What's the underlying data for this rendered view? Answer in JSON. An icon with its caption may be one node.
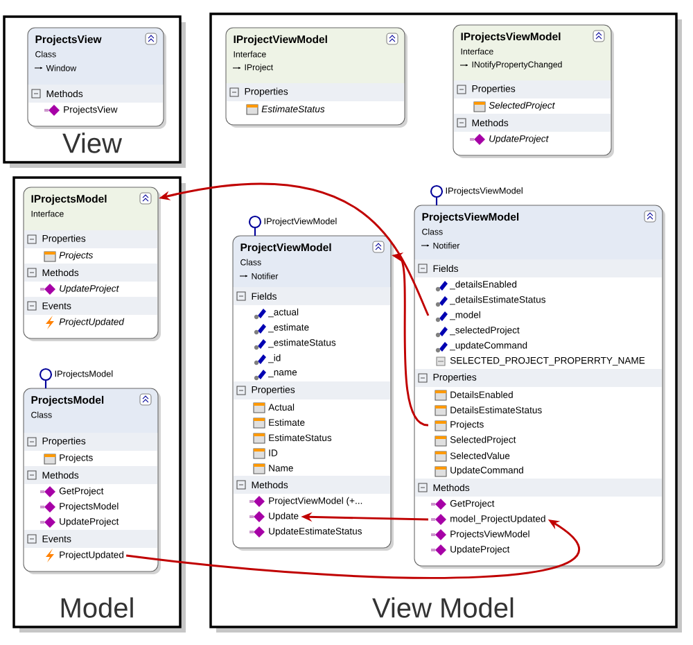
{
  "diagram": {
    "nodes": [
      {
        "text": [
          "View"
        ]
      },
      {
        "text": [
          "ProjectsView",
          "Class",
          "Window"
        ],
        "in": 0
      },
      {
        "text": [
          "Methods"
        ],
        "in": 1
      },
      {
        "text": [
          "ProjectsView"
        ],
        "in": 1
      },
      {
        "text": [
          "Model"
        ]
      },
      {
        "text": [
          "IProjectsModel",
          "Interface"
        ],
        "in": 4
      },
      {
        "text": [
          "Properties"
        ],
        "in": 5
      },
      {
        "text": [
          "Projects"
        ],
        "in": 5
      },
      {
        "text": [
          "Methods"
        ],
        "in": 5
      },
      {
        "text": [
          "UpdateProject"
        ],
        "in": 5
      },
      {
        "text": [
          "Events"
        ],
        "in": 5
      },
      {
        "text": [
          "ProjectUpdated"
        ],
        "in": 5
      },
      {
        "text": [
          "ProjectsModel",
          "Class"
        ],
        "beside": [
          "IProjectsModel"
        ],
        "in": 4
      },
      {
        "text": [
          "Properties"
        ],
        "in": 12
      },
      {
        "text": [
          "Projects"
        ],
        "in": 12
      },
      {
        "text": [
          "Methods"
        ],
        "in": 12
      },
      {
        "text": [
          "GetProject"
        ],
        "in": 12
      },
      {
        "text": [
          "ProjectsModel"
        ],
        "in": 12
      },
      {
        "text": [
          "UpdateProject"
        ],
        "in": 12
      },
      {
        "text": [
          "Events"
        ],
        "in": 12
      },
      {
        "text": [
          "ProjectUpdated"
        ],
        "in": 12
      },
      {
        "text": [
          "View Model"
        ]
      },
      {
        "text": [
          "IProjectViewModel",
          "Interface",
          "IProject"
        ],
        "in": 21
      },
      {
        "text": [
          "Properties"
        ],
        "in": 22
      },
      {
        "text": [
          "EstimateStatus"
        ],
        "in": 22
      },
      {
        "text": [
          "IProjectsViewModel",
          "Interface",
          "INotifyPropertyChanged"
        ],
        "in": 21
      },
      {
        "text": [
          "Properties"
        ],
        "in": 25
      },
      {
        "text": [
          "SelectedProject"
        ],
        "in": 25
      },
      {
        "text": [
          "Methods"
        ],
        "in": 25
      },
      {
        "text": [
          "UpdateProject"
        ],
        "in": 25
      },
      {
        "text": [
          "ProjectViewModel",
          "Class",
          "Notifier"
        ],
        "beside": [
          "IProjectViewModel"
        ],
        "in": 21
      },
      {
        "text": [
          "Fields"
        ],
        "in": 30
      },
      {
        "text": [
          "_actual"
        ],
        "in": 30
      },
      {
        "text": [
          "_estimate"
        ],
        "in": 30
      },
      {
        "text": [
          "_estimateStatus"
        ],
        "in": 30
      },
      {
        "text": [
          "_id"
        ],
        "in": 30
      },
      {
        "text": [
          "_name"
        ],
        "in": 30
      },
      {
        "text": [
          "Properties"
        ],
        "in": 30
      },
      {
        "text": [
          "Actual"
        ],
        "in": 30
      },
      {
        "text": [
          "Estimate"
        ],
        "in": 30
      },
      {
        "text": [
          "EstimateStatus"
        ],
        "in": 30
      },
      {
        "text": [
          "ID"
        ],
        "in": 30
      },
      {
        "text": [
          "Name"
        ],
        "in": 30
      },
      {
        "text": [
          "Methods"
        ],
        "in": 30
      },
      {
        "text": [
          "ProjectViewModel (+..."
        ],
        "in": 30
      },
      {
        "text": [
          "Update"
        ],
        "in": 30
      },
      {
        "text": [
          "UpdateEstimateStatus"
        ],
        "in": 30
      },
      {
        "text": [
          "ProjectsViewModel",
          "Class",
          "Notifier"
        ],
        "beside": [
          "IProjectsViewModel"
        ],
        "in": 21
      },
      {
        "text": [
          "Fields"
        ],
        "in": 47
      },
      {
        "text": [
          "_detailsEnabled"
        ],
        "in": 47
      },
      {
        "text": [
          "_detailsEstimateStatus"
        ],
        "in": 47
      },
      {
        "text": [
          "_model"
        ],
        "in": 47
      },
      {
        "text": [
          "_selectedProject"
        ],
        "in": 47
      },
      {
        "text": [
          "_updateCommand"
        ],
        "in": 47
      },
      {
        "text": [
          "SELECTED_PROJECT_PROPERRTY_NAME"
        ],
        "in": 47
      },
      {
        "text": [
          "Properties"
        ],
        "in": 47
      },
      {
        "text": [
          "DetailsEnabled"
        ],
        "in": 47
      },
      {
        "text": [
          "DetailsEstimateStatus"
        ],
        "in": 47
      },
      {
        "text": [
          "Projects"
        ],
        "in": 47
      },
      {
        "text": [
          "SelectedProject"
        ],
        "in": 47
      },
      {
        "text": [
          "SelectedValue"
        ],
        "in": 47
      },
      {
        "text": [
          "UpdateCommand"
        ],
        "in": 47
      },
      {
        "text": [
          "Methods"
        ],
        "in": 47
      },
      {
        "text": [
          "GetProject"
        ],
        "in": 47
      },
      {
        "text": [
          "model_ProjectUpdated"
        ],
        "in": 47
      },
      {
        "text": [
          "ProjectsViewModel"
        ],
        "in": 47
      },
      {
        "text": [
          "UpdateProject"
        ],
        "in": 47
      }
    ],
    "edges": [
      {
        "from": 51,
        "to": 5,
        "arrow": "to"
      },
      {
        "from": 58,
        "to": 30,
        "arrow": "to"
      },
      {
        "from": 64,
        "to": 45,
        "arrow": "to"
      },
      {
        "from": 20,
        "to": 64,
        "arrow": "to"
      }
    ]
  }
}
